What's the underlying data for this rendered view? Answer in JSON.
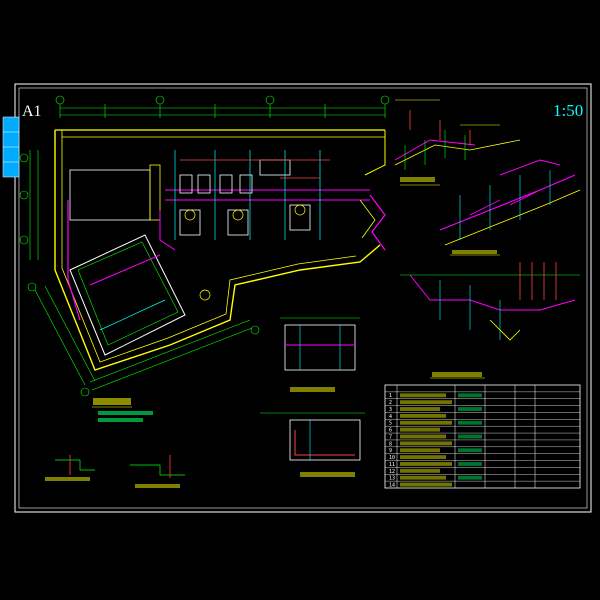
{
  "sheet": {
    "size_label": "A1",
    "scale_label": "1:50"
  },
  "colors": {
    "background": "#000000",
    "frame": "#ffffff",
    "dimension": "#00ff00",
    "walls": "#ffff00",
    "supply_pipe": "#ff00ff",
    "drain_pipe": "#00ffff",
    "hot_pipe": "#ff4040",
    "equipment": "#ffffff",
    "text": "#00ff66",
    "title_text": "#ffff00",
    "table_line": "#ffffff"
  },
  "equipment_schedule": {
    "row_count": 14,
    "rows": [
      {
        "no": "1"
      },
      {
        "no": "2"
      },
      {
        "no": "3"
      },
      {
        "no": "4"
      },
      {
        "no": "5"
      },
      {
        "no": "6"
      },
      {
        "no": "7"
      },
      {
        "no": "8"
      },
      {
        "no": "9"
      },
      {
        "no": "10"
      },
      {
        "no": "11"
      },
      {
        "no": "12"
      },
      {
        "no": "13"
      },
      {
        "no": "14"
      }
    ]
  }
}
